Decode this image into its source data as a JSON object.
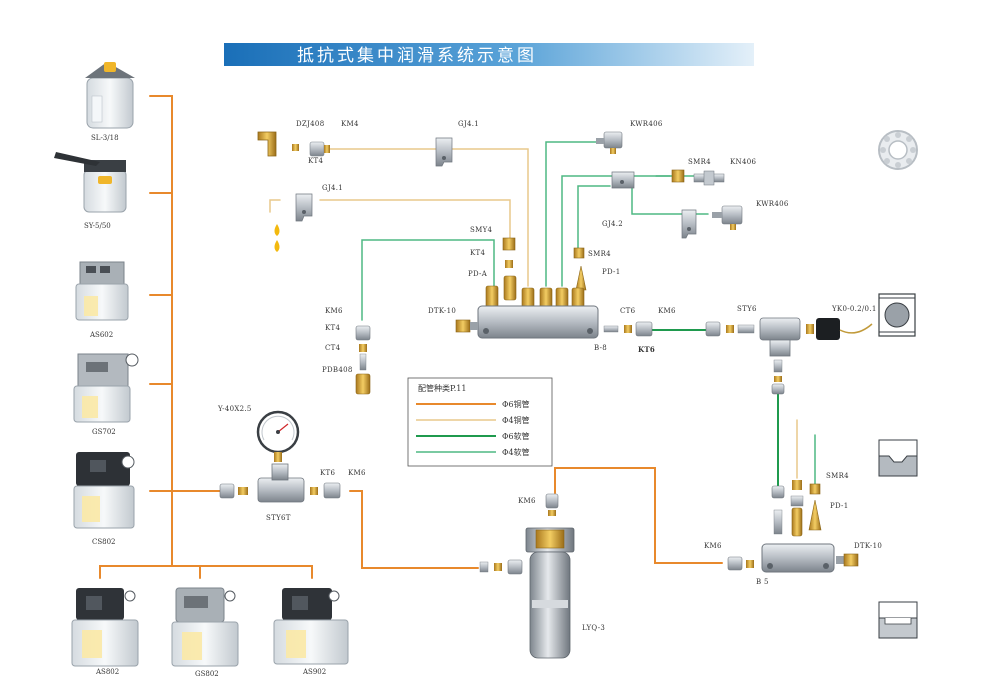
{
  "title": "抵抗式集中润滑系统示意图",
  "colors": {
    "copper6": "#e8892c",
    "copper4": "#e9c98b",
    "tube6": "#1f9a4e",
    "tube4": "#4fb883",
    "title_start": "#1a6fb8",
    "title_end": "#dcebf7"
  },
  "pumps": {
    "sl318": "SL-3/18",
    "sy550": "SY-5/50",
    "as602": "AS602",
    "gs702": "GS702",
    "cs802": "CS802",
    "as802": "AS802",
    "gs802": "GS802",
    "as902": "AS902"
  },
  "labels": {
    "dzj408": "DZJ408",
    "km4": "KM4",
    "kt4_top": "KT4",
    "gj41_a": "GJ4.1",
    "gj41_b": "GJ4.1",
    "kwr406_a": "KWR406",
    "smr4_a": "SMR4",
    "kn406": "KN406",
    "kwr406_b": "KWR406",
    "gj42": "GJ4.2",
    "smy4": "SMY4",
    "kt4_mid": "KT4",
    "pda": "PD-A",
    "smr4_b": "SMR4",
    "pd1_a": "PD-1",
    "dtk10_a": "DTK-10",
    "ct6": "CT6",
    "km6_a": "KM6",
    "kt6_a": "KT6",
    "b8": "B-8",
    "sty6": "STY6",
    "yk": "YK0-0.2/0.1",
    "km6_b": "KM6",
    "kt4_c": "KT4",
    "ct4": "CT4",
    "pdb408": "PDB408",
    "gauge": "Y-40X2.5",
    "kt6_b": "KT6",
    "km6_c": "KM6",
    "sty6t": "STY6T",
    "km6_d": "KM6",
    "lyq3": "LYQ-3",
    "km6_e": "KM6",
    "b5": "B 5",
    "dtk10_b": "DTK-10",
    "smr4_c": "SMR4",
    "pd1_b": "PD-1"
  },
  "legend": {
    "title": "配管种类P.11",
    "items": [
      "Φ6铜管",
      "Φ4铜管",
      "Φ6软管",
      "Φ4软管"
    ]
  },
  "icons": [
    "bearing-icon",
    "slide-block-icon",
    "dovetail-guide-icon",
    "flat-guide-icon"
  ]
}
